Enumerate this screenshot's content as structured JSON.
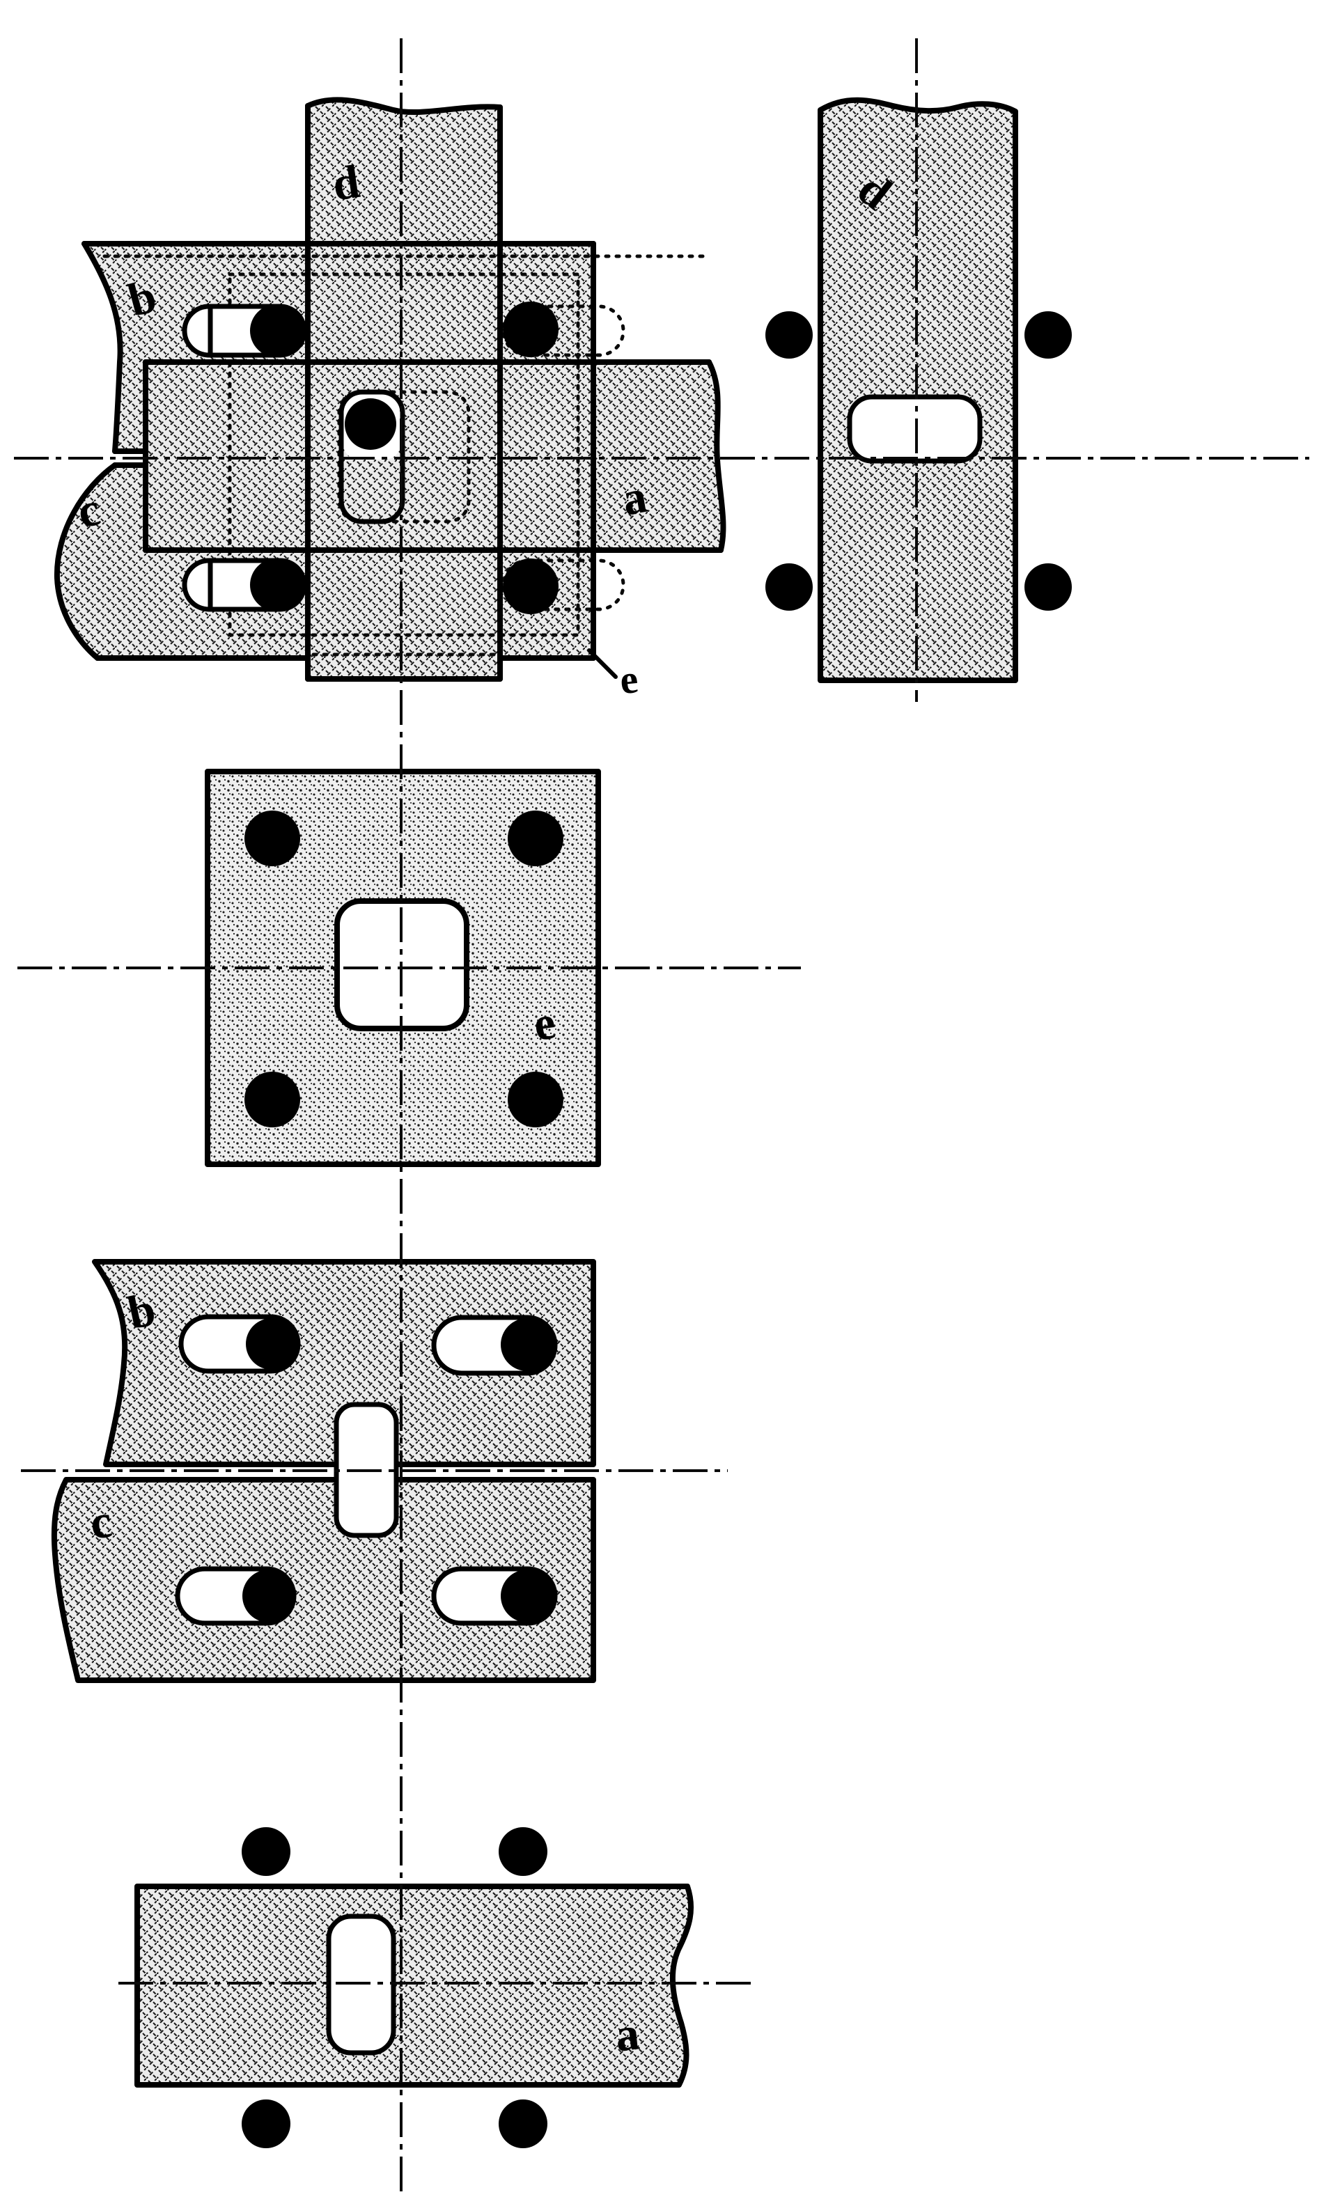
{
  "figure": {
    "kind": "black-and-white patent-style engineering drawing",
    "views": [
      "assembly plan view of lap joint (parts a, b, c, d, e overlaid)",
      "side elevation of vertical plate d with four bolts",
      "face view of square washer plate e with square hole and four bolts",
      "face view of slotted plates b and c meeting at a joint line",
      "face view of horizontal plate a with vertical slot and four bolts"
    ]
  },
  "colors": {
    "paper": "#ffffff",
    "ink": "#000000",
    "plate_fill": "#ececec"
  },
  "labels": {
    "assembly_d": "d",
    "assembly_b": "b",
    "assembly_c": "c",
    "assembly_a": "a",
    "assembly_e": "e",
    "side_d": "d",
    "plate_e": "e",
    "plate_b": "b",
    "plate_c": "c",
    "plate_a": "a"
  }
}
